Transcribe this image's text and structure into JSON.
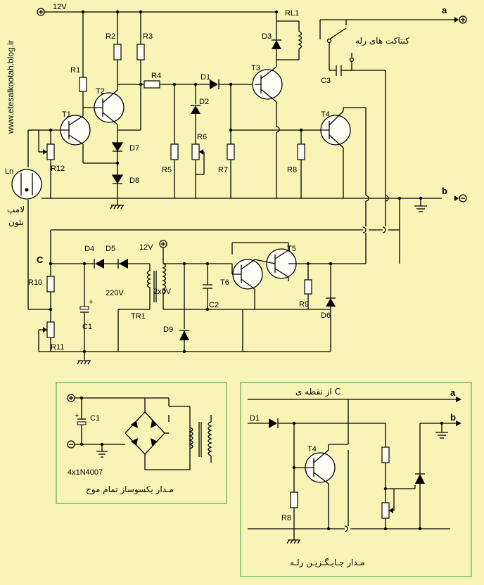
{
  "watermark": "www.etesalkootah.blog.ir",
  "supply": {
    "main": "12V",
    "secondary": "12V"
  },
  "terminals": {
    "a": "a",
    "b": "b",
    "c": "C",
    "plus": "+",
    "minus": "-"
  },
  "relay": {
    "name": "RL1",
    "contacts_label": "کنتاکت های رله"
  },
  "transistors": [
    "T1",
    "T2",
    "T3",
    "T4",
    "T5",
    "T6"
  ],
  "resistors": [
    "R1",
    "R2",
    "R3",
    "R4",
    "R5",
    "R6",
    "R7",
    "R8",
    "R9",
    "R10",
    "R11",
    "R12"
  ],
  "diodes": [
    "D1",
    "D2",
    "D3",
    "D4",
    "D5",
    "D6",
    "D7",
    "D8",
    "D9"
  ],
  "capacitors": [
    "C1",
    "C2",
    "C3"
  ],
  "transformer": {
    "name": "TR1",
    "primary": "220V",
    "secondary": "2x6V"
  },
  "lamp": {
    "name": "Ln",
    "label_line1": "لامپ",
    "label_line2": "نئون"
  },
  "rectifier_box": {
    "cap": "C1",
    "diodes": "4x1N4007",
    "title": "مـدار یکسوساز تمام موج"
  },
  "replacement_box": {
    "from_c": "از نقطه ی C",
    "diode": "D1",
    "transistor": "T4",
    "resistor": "R8",
    "title": "مـدار جـایـگـزیـن رلـه"
  }
}
